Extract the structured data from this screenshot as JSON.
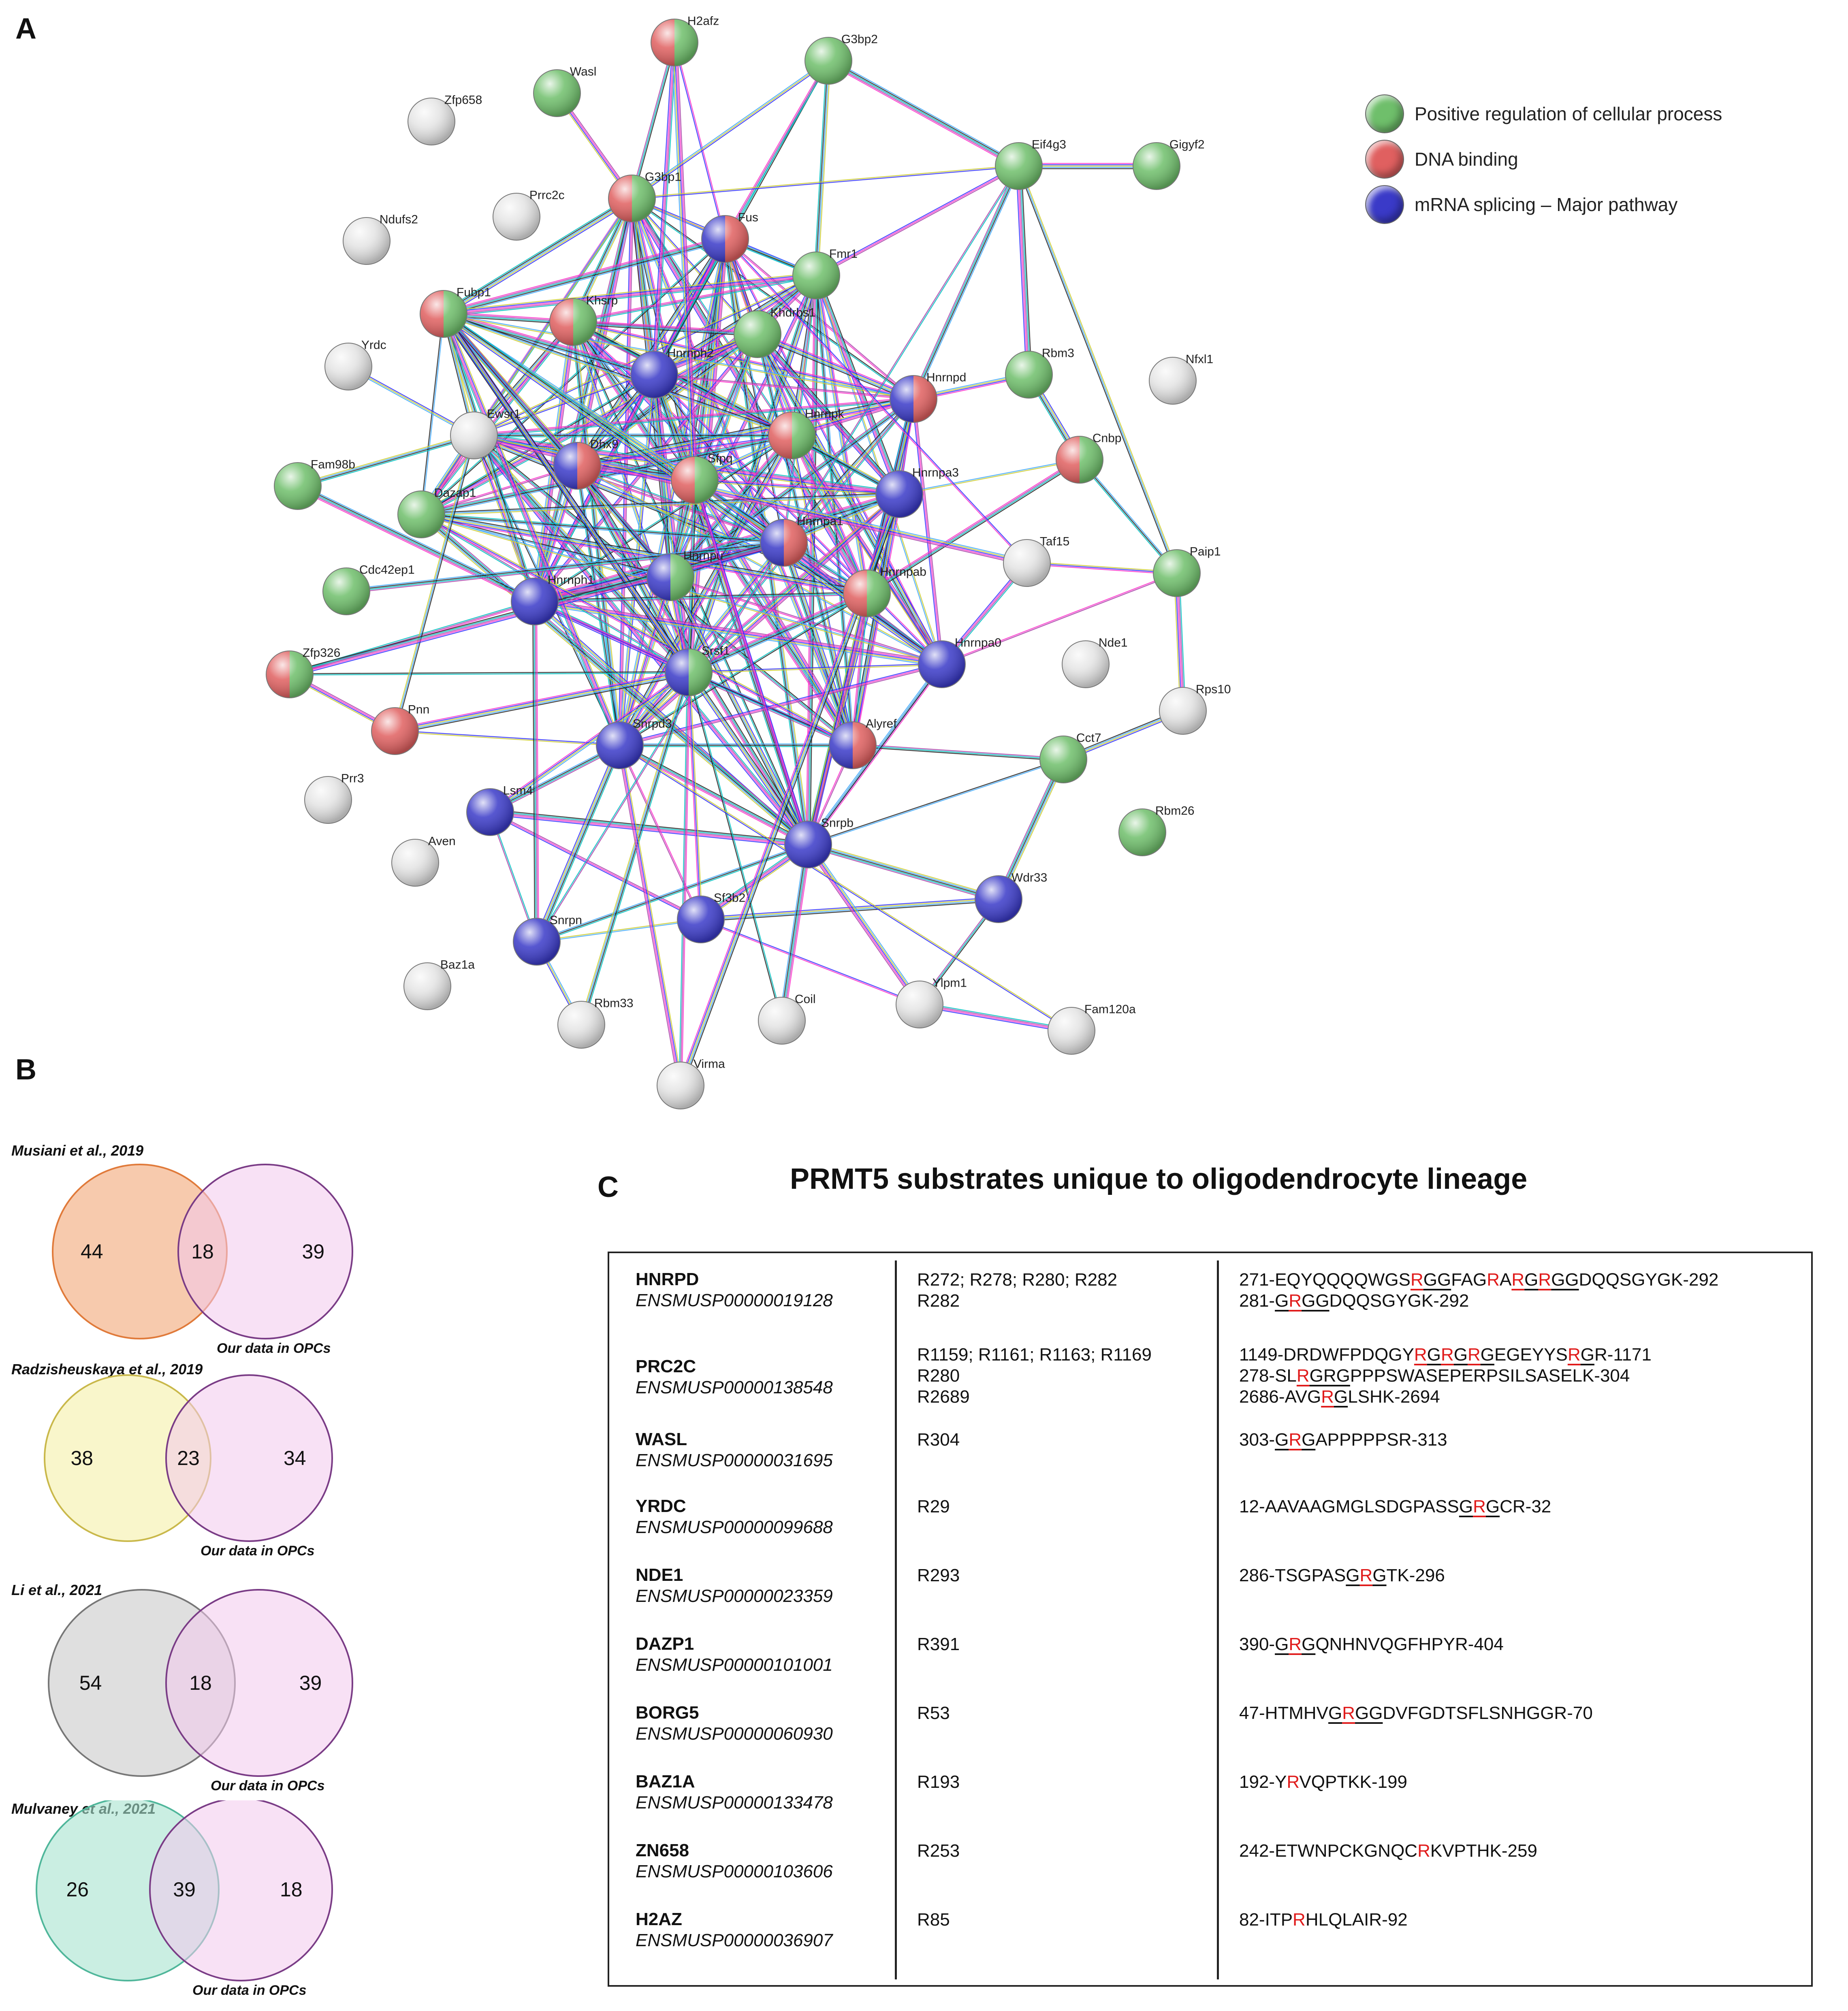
{
  "panel_labels": {
    "a": "A",
    "b": "B",
    "c": "C"
  },
  "legend": [
    {
      "label": "Positive regulation of cellular process",
      "color": "#6fbf6b"
    },
    {
      "label": "DNA binding",
      "color": "#e06060"
    },
    {
      "label": "mRNA splicing – Major pathway",
      "color": "#3a3ac8"
    }
  ],
  "network_nodes": [
    {
      "name": "H2afz",
      "groups": [
        "dna",
        "green"
      ]
    },
    {
      "name": "G3bp2",
      "groups": [
        "green"
      ]
    },
    {
      "name": "Wasl",
      "groups": [
        "green"
      ]
    },
    {
      "name": "Zfp658",
      "groups": []
    },
    {
      "name": "Eif4g3",
      "groups": [
        "green"
      ]
    },
    {
      "name": "Gigyf2",
      "groups": [
        "green"
      ]
    },
    {
      "name": "G3bp1",
      "groups": [
        "dna",
        "green"
      ]
    },
    {
      "name": "Prrc2c",
      "groups": []
    },
    {
      "name": "Ndufs2",
      "groups": []
    },
    {
      "name": "Fus",
      "groups": [
        "splice",
        "dna"
      ]
    },
    {
      "name": "Fmr1",
      "groups": [
        "green"
      ]
    },
    {
      "name": "Fubp1",
      "groups": [
        "dna",
        "green"
      ]
    },
    {
      "name": "Khsrp",
      "groups": [
        "dna",
        "green"
      ]
    },
    {
      "name": "Khdrbs1",
      "groups": [
        "green"
      ]
    },
    {
      "name": "Yrdc",
      "groups": []
    },
    {
      "name": "Hnrnph2",
      "groups": [
        "splice"
      ]
    },
    {
      "name": "Hnrnpd",
      "groups": [
        "splice",
        "dna"
      ]
    },
    {
      "name": "Rbm3",
      "groups": [
        "green"
      ]
    },
    {
      "name": "Nfxl1",
      "groups": []
    },
    {
      "name": "Ewsr1",
      "groups": []
    },
    {
      "name": "Hnrnpk",
      "groups": [
        "dna",
        "green"
      ]
    },
    {
      "name": "Dhx9",
      "groups": [
        "splice",
        "dna"
      ]
    },
    {
      "name": "Sfpq",
      "groups": [
        "dna",
        "green"
      ]
    },
    {
      "name": "Cnbp",
      "groups": [
        "dna",
        "green"
      ]
    },
    {
      "name": "Fam98b",
      "groups": [
        "green"
      ]
    },
    {
      "name": "Dazap1",
      "groups": [
        "green"
      ]
    },
    {
      "name": "Hnrnpa3",
      "groups": [
        "splice"
      ]
    },
    {
      "name": "Hnrnpa1",
      "groups": [
        "splice",
        "dna"
      ]
    },
    {
      "name": "Hnrnpu",
      "groups": [
        "splice",
        "green"
      ]
    },
    {
      "name": "Taf15",
      "groups": []
    },
    {
      "name": "Paip1",
      "groups": [
        "green"
      ]
    },
    {
      "name": "Cdc42ep1",
      "groups": [
        "green"
      ]
    },
    {
      "name": "Hnrnph1",
      "groups": [
        "splice"
      ]
    },
    {
      "name": "Hnrnpab",
      "groups": [
        "dna",
        "green"
      ]
    },
    {
      "name": "Nde1",
      "groups": []
    },
    {
      "name": "Zfp326",
      "groups": [
        "dna",
        "green"
      ]
    },
    {
      "name": "Srsf1",
      "groups": [
        "splice",
        "green"
      ]
    },
    {
      "name": "Hnrnpa0",
      "groups": [
        "splice"
      ]
    },
    {
      "name": "Rps10",
      "groups": []
    },
    {
      "name": "Pnn",
      "groups": [
        "dna"
      ]
    },
    {
      "name": "Snrpd3",
      "groups": [
        "splice"
      ]
    },
    {
      "name": "Alyref",
      "groups": [
        "splice",
        "dna"
      ]
    },
    {
      "name": "Cct7",
      "groups": [
        "green"
      ]
    },
    {
      "name": "Prr3",
      "groups": []
    },
    {
      "name": "Lsm4",
      "groups": [
        "splice"
      ]
    },
    {
      "name": "Rbm26",
      "groups": [
        "green"
      ]
    },
    {
      "name": "Aven",
      "groups": []
    },
    {
      "name": "Snrpb",
      "groups": [
        "splice"
      ]
    },
    {
      "name": "Wdr33",
      "groups": [
        "splice"
      ]
    },
    {
      "name": "Sf3b2",
      "groups": [
        "splice"
      ]
    },
    {
      "name": "Snrpn",
      "groups": [
        "splice"
      ]
    },
    {
      "name": "Baz1a",
      "groups": []
    },
    {
      "name": "Ylpm1",
      "groups": []
    },
    {
      "name": "Rbm33",
      "groups": []
    },
    {
      "name": "Coil",
      "groups": []
    },
    {
      "name": "Fam120a",
      "groups": []
    },
    {
      "name": "Virma",
      "groups": []
    }
  ],
  "venns": [
    {
      "title": "Musiani et al., 2019",
      "left": "44",
      "mid": "18",
      "right": "39",
      "foot": "Our data in OPCs",
      "color": "#f2a777",
      "stroke": "#e07a3a"
    },
    {
      "title": "Radzisheuskaya et al., 2019",
      "left": "38",
      "mid": "23",
      "right": "34",
      "foot": "Our data in OPCs",
      "color": "#f5f0a8",
      "stroke": "#c9b84a"
    },
    {
      "title": "Li et al., 2021",
      "left": "54",
      "mid": "18",
      "right": "39",
      "foot": "Our data in OPCs",
      "color": "#c9c9c9",
      "stroke": "#777777"
    },
    {
      "title": "Mulvaney et al., 2021",
      "left": "26",
      "mid": "39",
      "right": "18",
      "foot": "Our data in OPCs",
      "color": "#a6e3cf",
      "stroke": "#4fb69a"
    }
  ],
  "table_title": "PRMT5 substrates unique to oligodendrocyte lineage",
  "table_rows": [
    {
      "gene": "HNRPD",
      "ens": "ENSMUSP00000019128",
      "sites": [
        "R272; R278; R280; R282",
        "R282"
      ],
      "seqs": [
        [
          [
            "271-EQYQQQQWGS",
            ""
          ],
          [
            "R",
            "ru"
          ],
          [
            "GG",
            "u"
          ],
          [
            "FAG",
            ""
          ],
          [
            "R",
            "r"
          ],
          [
            "A",
            ""
          ],
          [
            "R",
            "ru"
          ],
          [
            "G",
            "u"
          ],
          [
            "R",
            "ru"
          ],
          [
            "GG",
            "u"
          ],
          [
            "DQQSGYGK-292",
            ""
          ]
        ],
        [
          [
            "281-",
            ""
          ],
          [
            "G",
            "u"
          ],
          [
            "R",
            "ru"
          ],
          [
            "GG",
            "u"
          ],
          [
            "DQQSGYGK-292",
            ""
          ]
        ]
      ]
    },
    {
      "gene": "PRC2C",
      "ens": "ENSMUSP00000138548",
      "sites": [
        "R1159; R1161; R1163; R1169",
        "R280",
        "R2689"
      ],
      "seqs": [
        [
          [
            "1149-DRDWFPDQGY",
            ""
          ],
          [
            "R",
            "ru"
          ],
          [
            "G",
            "u"
          ],
          [
            "R",
            "ru"
          ],
          [
            "G",
            "u"
          ],
          [
            "R",
            "ru"
          ],
          [
            "G",
            "u"
          ],
          [
            "EGEYYS",
            ""
          ],
          [
            "R",
            "ru"
          ],
          [
            "G",
            "u"
          ],
          [
            "R-1171",
            ""
          ]
        ],
        [
          [
            "278-SL",
            ""
          ],
          [
            "R",
            "ru"
          ],
          [
            "GRG",
            "u"
          ],
          [
            "PPPSWASEPERPSILSASELK-304",
            ""
          ]
        ],
        [
          [
            "2686-AVG",
            ""
          ],
          [
            "R",
            "ru"
          ],
          [
            "G",
            "u"
          ],
          [
            "LSHK-2694",
            ""
          ]
        ]
      ]
    },
    {
      "gene": "WASL",
      "ens": "ENSMUSP00000031695",
      "sites": [
        "R304"
      ],
      "seqs": [
        [
          [
            "303-",
            ""
          ],
          [
            "G",
            "u"
          ],
          [
            "R",
            "ru"
          ],
          [
            "G",
            "u"
          ],
          [
            "APPPPPSR-313",
            ""
          ]
        ]
      ]
    },
    {
      "gene": "YRDC",
      "ens": "ENSMUSP00000099688",
      "sites": [
        "R29"
      ],
      "seqs": [
        [
          [
            "12-AAVAAGMGLSDGPASS",
            ""
          ],
          [
            "G",
            "u"
          ],
          [
            "R",
            "ru"
          ],
          [
            "G",
            "u"
          ],
          [
            "CR-32",
            ""
          ]
        ]
      ]
    },
    {
      "gene": "NDE1",
      "ens": "ENSMUSP00000023359",
      "sites": [
        "R293"
      ],
      "seqs": [
        [
          [
            "286-TSGPAS",
            ""
          ],
          [
            "G",
            "u"
          ],
          [
            "R",
            "ru"
          ],
          [
            "G",
            "u"
          ],
          [
            "TK-296",
            ""
          ]
        ]
      ]
    },
    {
      "gene": "DAZP1",
      "ens": "ENSMUSP00000101001",
      "sites": [
        "R391"
      ],
      "seqs": [
        [
          [
            "390-",
            ""
          ],
          [
            "G",
            "u"
          ],
          [
            "R",
            "ru"
          ],
          [
            "G",
            "u"
          ],
          [
            "QNHNVQGFHPYR-404",
            ""
          ]
        ]
      ]
    },
    {
      "gene": "BORG5",
      "ens": "ENSMUSP00000060930",
      "sites": [
        "R53"
      ],
      "seqs": [
        [
          [
            "47-HTMHV",
            ""
          ],
          [
            "G",
            "u"
          ],
          [
            "R",
            "ru"
          ],
          [
            "GG",
            "u"
          ],
          [
            "DVFGDTSFLSNHGGR-70",
            ""
          ]
        ]
      ]
    },
    {
      "gene": "BAZ1A",
      "ens": "ENSMUSP00000133478",
      "sites": [
        "R193"
      ],
      "seqs": [
        [
          [
            "192-Y",
            ""
          ],
          [
            "R",
            "r"
          ],
          [
            "VQPTKK-199",
            ""
          ]
        ]
      ]
    },
    {
      "gene": "ZN658",
      "ens": "ENSMUSP00000103606",
      "sites": [
        "R253"
      ],
      "seqs": [
        [
          [
            "242-ETWNPCKGNQC",
            ""
          ],
          [
            "R",
            "r"
          ],
          [
            "KVPTHK-259",
            ""
          ]
        ]
      ]
    },
    {
      "gene": "H2AZ",
      "ens": "ENSMUSP00000036907",
      "sites": [
        "R85"
      ],
      "seqs": [
        [
          [
            "82-ITP",
            ""
          ],
          [
            "R",
            "r"
          ],
          [
            "HLQLAIR-92",
            ""
          ]
        ]
      ]
    }
  ]
}
